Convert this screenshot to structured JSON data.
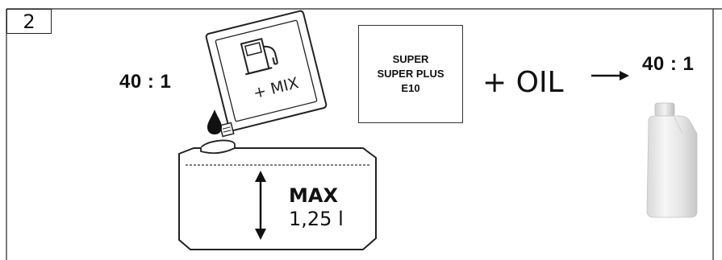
{
  "step": {
    "number": "2"
  },
  "ratio": {
    "left": "40 : 1",
    "right": "40 : 1"
  },
  "fuel_types": {
    "line1": "SUPER",
    "line2": "SUPER PLUS",
    "line3": "E10"
  },
  "additive": {
    "label": "+ OIL"
  },
  "canister": {
    "mix_label": "+ MIX"
  },
  "tank": {
    "max_label": "MAX",
    "volume": "1,25 l"
  },
  "icons": [
    "fuel-pump-icon",
    "oil-drop-icon",
    "arrow-right-icon",
    "oil-bottle-icon",
    "double-arrow-icon"
  ]
}
